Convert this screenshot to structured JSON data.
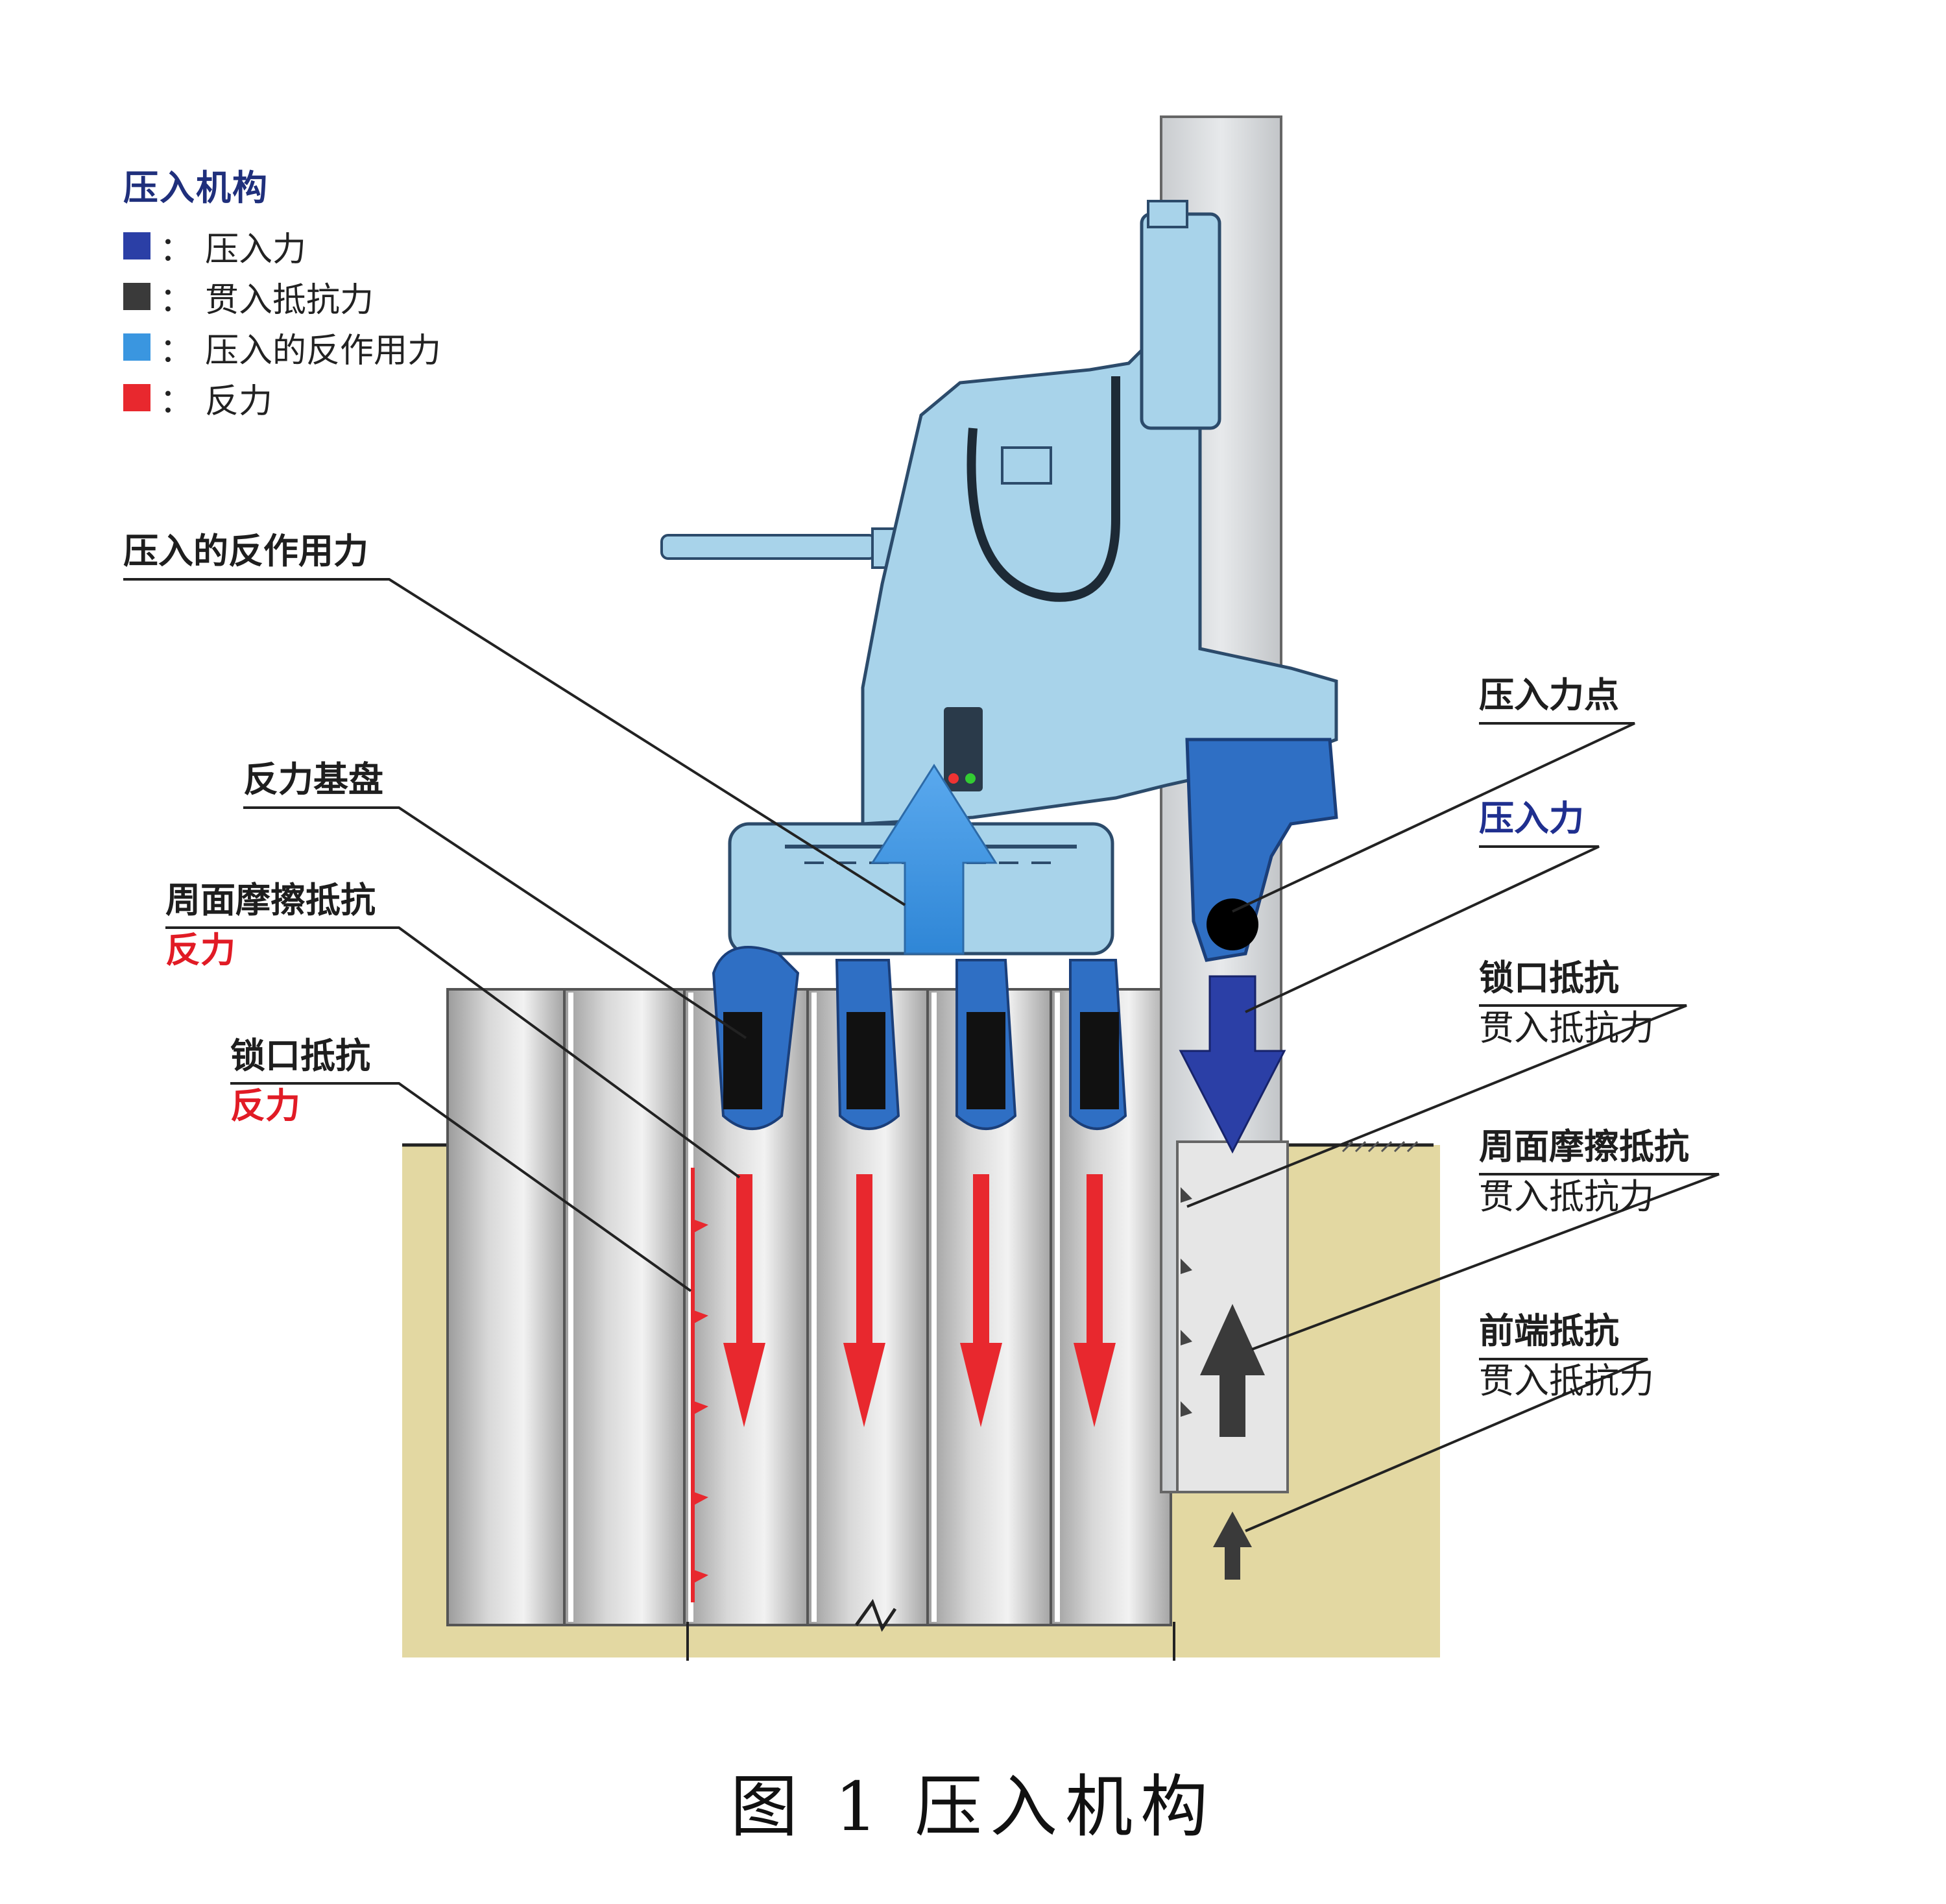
{
  "legend": {
    "title": "压入机构",
    "separator": "：",
    "items": [
      {
        "label": "压入力",
        "color": "#2b3fa6"
      },
      {
        "label": "贯入抵抗力",
        "color": "#3a3a3a"
      },
      {
        "label": "压入的反作用力",
        "color": "#3a96e0"
      },
      {
        "label": "反力",
        "color": "#e8282e"
      }
    ]
  },
  "callouts": {
    "reaction_of_press": "压入的反作用力",
    "reaction_base": "反力基盘",
    "left_friction": {
      "main": "周面摩擦抵抗",
      "sub": "反力"
    },
    "left_lock": {
      "main": "锁口抵抗",
      "sub": "反力"
    },
    "press_point": "压入力点",
    "press_force": "压入力",
    "right_lock": {
      "main": "锁口抵抗",
      "sub": "贯入抵抗力"
    },
    "right_friction": {
      "main": "周面摩擦抵抗",
      "sub": "贯入抵抗力"
    },
    "tip": {
      "main": "前端抵抗",
      "sub": "贯入抵抗力"
    }
  },
  "caption": "图 1   压入机构",
  "colors": {
    "ground": "#e3d8a2",
    "machine": "#a8d3ea",
    "machine_dark": "#2f6fc4",
    "press_arrow": "#2b3fa6",
    "reaction_arrow": "#3a96e0",
    "red_arrow": "#e8282e",
    "dark_arrow": "#3a3a3a"
  }
}
